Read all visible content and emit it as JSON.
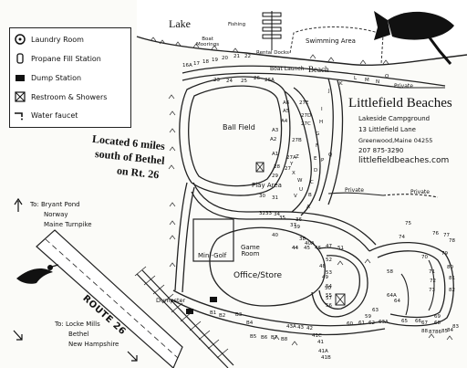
{
  "legend": {
    "items": [
      {
        "label": "Laundry Room",
        "icon": "laundry-icon"
      },
      {
        "label": "Propane Fill Station",
        "icon": "propane-icon"
      },
      {
        "label": "Dump Station",
        "icon": "dump-station-icon"
      },
      {
        "label": "Restroom & Showers",
        "icon": "restroom-icon"
      },
      {
        "label": "Water faucet",
        "icon": "water-faucet-icon"
      }
    ]
  },
  "labels": {
    "lake": "Lake",
    "fishing": "Fishing",
    "boat_moorings": "Boat\nMoorings",
    "rental_docks": "Rental Docks",
    "boat_launch": "Boat Launch",
    "beach": "Beach",
    "swimming_area": "Swimming Area",
    "private_1": "Private",
    "private_2": "Private",
    "private_3": "Private",
    "ball_field": "Ball Field",
    "play_area": "Play Area",
    "mini_golf": "Mini-Golf",
    "game_room": "Game\nRoom",
    "office_store": "Office/Store",
    "dumpster": "Dumpster",
    "route": "ROUTE 26"
  },
  "title": {
    "name": "Littlefield Beaches",
    "line1": "Lakeside Campground",
    "line2": "13 Littlefield Lane",
    "line3": "Greenwood,Maine 04255",
    "phone": "207 875-3290",
    "web": "littlefieldbeaches.com"
  },
  "location_note": {
    "l1": "Located 6 miles",
    "l2": "south of Bethel",
    "l3": "on Rt. 26"
  },
  "directions": {
    "north_l1": "To: Bryant Pond",
    "north_l2": "Norway",
    "north_l3": "Maine Turnpike",
    "south_l1": "To: Locke Mills",
    "south_l2": "Bethel",
    "south_l3": "New Hampshire"
  },
  "sites": [
    "16A",
    "17",
    "18",
    "19",
    "20",
    "21",
    "22",
    "23",
    "24",
    "25",
    "26",
    "26A",
    "A6",
    "A5",
    "A4",
    "A3",
    "A2",
    "A1",
    "27E",
    "27D",
    "27C",
    "27B",
    "27A",
    "27",
    "28",
    "29",
    "30",
    "31",
    "32",
    "33",
    "34",
    "35",
    "36",
    "37",
    "38",
    "39",
    "40",
    "44",
    "45",
    "46",
    "47",
    "48",
    "49",
    "50",
    "51",
    "52",
    "53",
    "54",
    "55",
    "56",
    "57",
    "58",
    "59",
    "60",
    "61",
    "62",
    "63",
    "63A",
    "64",
    "64A",
    "65",
    "66",
    "67",
    "68",
    "69",
    "70",
    "71",
    "72",
    "73",
    "74",
    "75",
    "76",
    "77",
    "78",
    "79",
    "80",
    "81",
    "82",
    "83",
    "84",
    "85",
    "86",
    "87",
    "88",
    "A",
    "B",
    "C",
    "D",
    "E",
    "F",
    "G",
    "H",
    "I",
    "J",
    "K",
    "L",
    "M",
    "N",
    "O",
    "P",
    "Q",
    "U",
    "V",
    "W",
    "X",
    "Y",
    "Z",
    "40A",
    "41",
    "41A",
    "41B",
    "41C",
    "42",
    "43",
    "43A",
    "44",
    "B1",
    "B2",
    "B3",
    "B4",
    "B5",
    "B6",
    "B7",
    "B8"
  ]
}
